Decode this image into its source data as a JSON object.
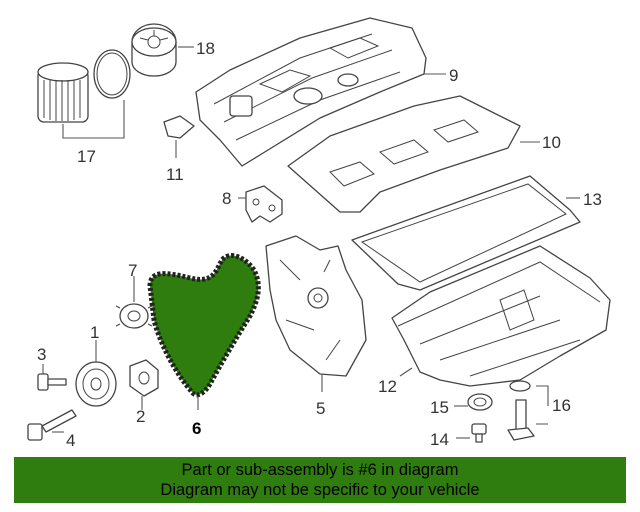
{
  "highlight_color": "#2e7d0e",
  "highlighted_part": "6",
  "callouts": [
    "18",
    "9",
    "10",
    "17",
    "11",
    "8",
    "13",
    "7",
    "1",
    "3",
    "12",
    "5",
    "15",
    "16",
    "2",
    "4",
    "6",
    "14"
  ],
  "banner": {
    "line1": "Part or sub-assembly is #6 in diagram",
    "line2": "Diagram may not be specific to your vehicle"
  }
}
